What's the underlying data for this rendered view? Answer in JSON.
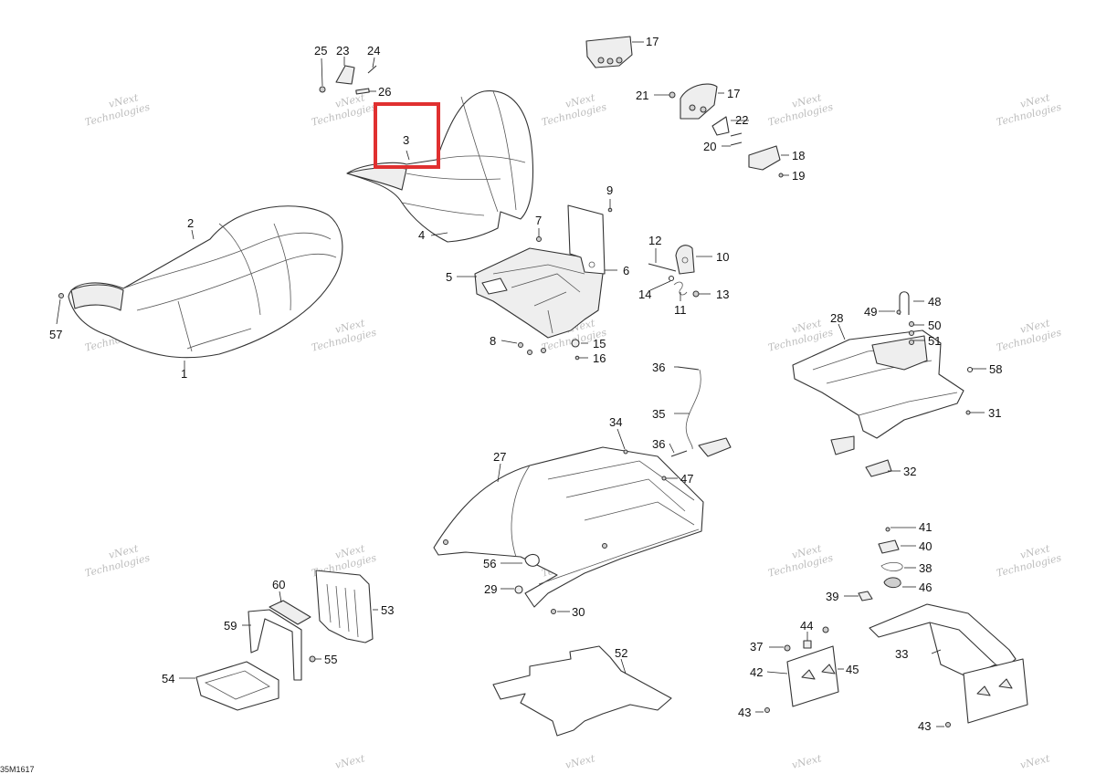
{
  "diagram_code": "35M1617",
  "watermark_line1": "vNext",
  "watermark_line2": "Technologies",
  "highlight_color": "#e03030",
  "callouts": {
    "c1": "1",
    "c2": "2",
    "c3": "3",
    "c4": "4",
    "c5": "5",
    "c6": "6",
    "c7": "7",
    "c8": "8",
    "c9": "9",
    "c10": "10",
    "c11": "11",
    "c12": "12",
    "c13": "13",
    "c14": "14",
    "c15": "15",
    "c16": "16",
    "c17a": "17",
    "c17b": "17",
    "c18": "18",
    "c19": "19",
    "c20": "20",
    "c21": "21",
    "c22": "22",
    "c23": "23",
    "c24": "24",
    "c25": "25",
    "c26": "26",
    "c27": "27",
    "c28": "28",
    "c29": "29",
    "c30": "30",
    "c31": "31",
    "c32": "32",
    "c33": "33",
    "c34": "34",
    "c35": "35",
    "c36a": "36",
    "c36b": "36",
    "c37": "37",
    "c38": "38",
    "c39": "39",
    "c40": "40",
    "c41": "41",
    "c42": "42",
    "c43a": "43",
    "c43b": "43",
    "c44": "44",
    "c45": "45",
    "c46": "46",
    "c47": "47",
    "c48": "48",
    "c49": "49",
    "c50": "50",
    "c51": "51",
    "c52": "52",
    "c53": "53",
    "c54": "54",
    "c55": "55",
    "c56": "56",
    "c57": "57",
    "c58": "58",
    "c59": "59",
    "c60": "60"
  }
}
